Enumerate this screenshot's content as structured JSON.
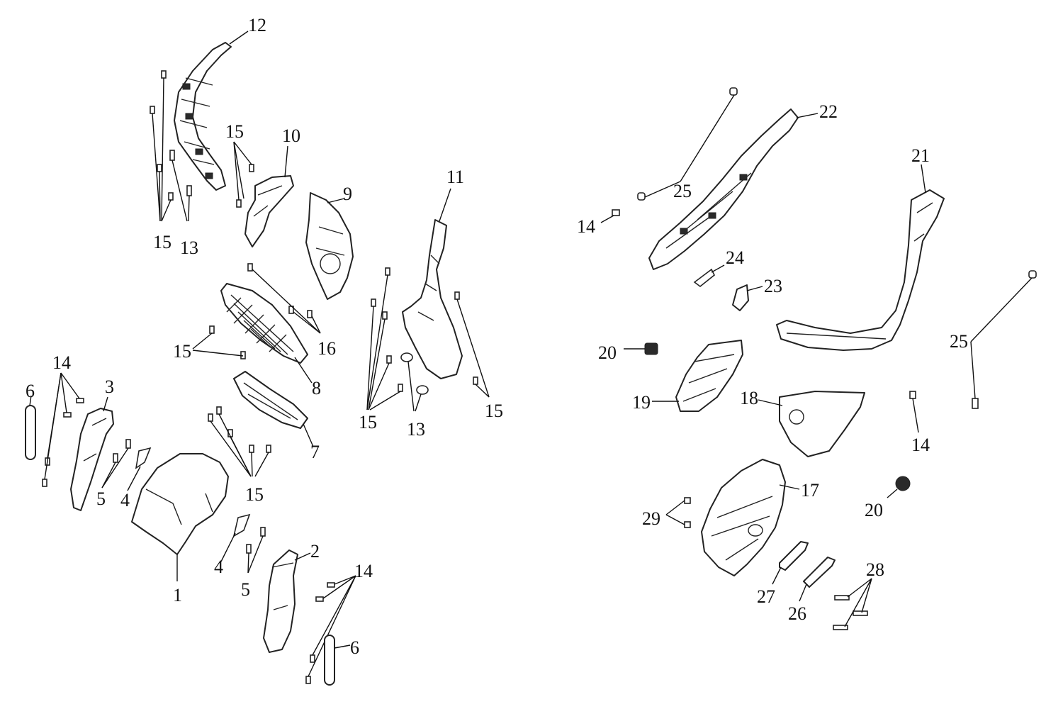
{
  "diagram": {
    "labels": [
      {
        "id": "l12",
        "text": "12"
      },
      {
        "id": "l15a",
        "text": "15"
      },
      {
        "id": "l10",
        "text": "10"
      },
      {
        "id": "l9",
        "text": "9"
      },
      {
        "id": "l15b",
        "text": "15"
      },
      {
        "id": "l13a",
        "text": "13"
      },
      {
        "id": "l11",
        "text": "11"
      },
      {
        "id": "l16",
        "text": "16"
      },
      {
        "id": "l15c",
        "text": "15"
      },
      {
        "id": "l8",
        "text": "8"
      },
      {
        "id": "l14a",
        "text": "14"
      },
      {
        "id": "l3",
        "text": "3"
      },
      {
        "id": "l6a",
        "text": "6"
      },
      {
        "id": "l7",
        "text": "7"
      },
      {
        "id": "l15d",
        "text": "15"
      },
      {
        "id": "l13b",
        "text": "13"
      },
      {
        "id": "l15e",
        "text": "15"
      },
      {
        "id": "l5a",
        "text": "5"
      },
      {
        "id": "l4a",
        "text": "4"
      },
      {
        "id": "l15f",
        "text": "15"
      },
      {
        "id": "l1",
        "text": "1"
      },
      {
        "id": "l4b",
        "text": "4"
      },
      {
        "id": "l5b",
        "text": "5"
      },
      {
        "id": "l2",
        "text": "2"
      },
      {
        "id": "l14b",
        "text": "14"
      },
      {
        "id": "l6b",
        "text": "6"
      },
      {
        "id": "l22",
        "text": "22"
      },
      {
        "id": "l25a",
        "text": "25"
      },
      {
        "id": "l14c",
        "text": "14"
      },
      {
        "id": "l21",
        "text": "21"
      },
      {
        "id": "l24",
        "text": "24"
      },
      {
        "id": "l23",
        "text": "23"
      },
      {
        "id": "l25b",
        "text": "25"
      },
      {
        "id": "l20a",
        "text": "20"
      },
      {
        "id": "l19",
        "text": "19"
      },
      {
        "id": "l18",
        "text": "18"
      },
      {
        "id": "l14d",
        "text": "14"
      },
      {
        "id": "l17",
        "text": "17"
      },
      {
        "id": "l20b",
        "text": "20"
      },
      {
        "id": "l29",
        "text": "29"
      },
      {
        "id": "l28",
        "text": "28"
      },
      {
        "id": "l27",
        "text": "27"
      },
      {
        "id": "l26",
        "text": "26"
      }
    ]
  }
}
